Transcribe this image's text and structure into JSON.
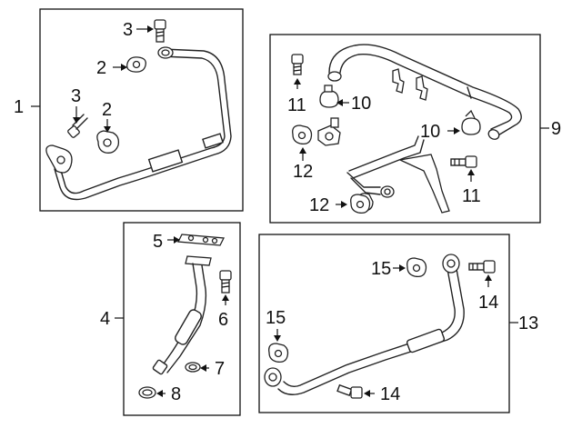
{
  "callouts": {
    "c1": "1",
    "c2a": "2",
    "c2b": "2",
    "c3a": "3",
    "c3b": "3",
    "c4": "4",
    "c5": "5",
    "c6": "6",
    "c7": "7",
    "c8": "8",
    "c9": "9",
    "c10a": "10",
    "c10b": "10",
    "c11a": "11",
    "c11b": "11",
    "c12a": "12",
    "c12b": "12",
    "c13": "13",
    "c14a": "14",
    "c14b": "14",
    "c15a": "15",
    "c15b": "15"
  },
  "colors": {
    "line": "#222222",
    "background": "#ffffff"
  }
}
